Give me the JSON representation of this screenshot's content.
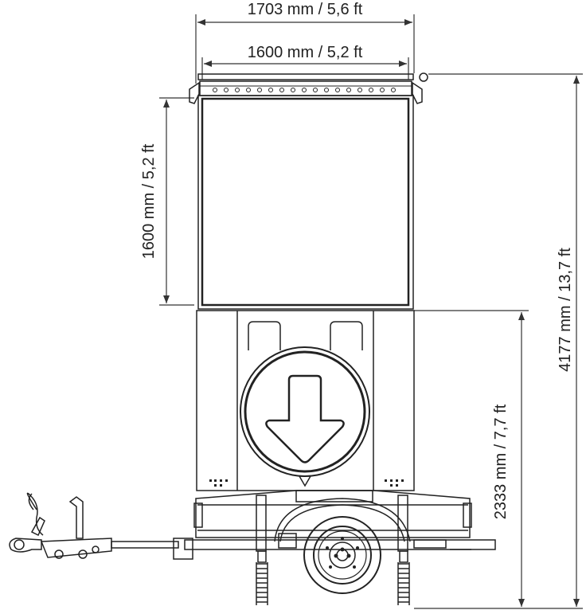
{
  "dimensions": {
    "overall_width": "1703 mm / 5,6 ft",
    "panel_width": "1600 mm / 5,2 ft",
    "panel_height": "1600 mm / 5,2 ft",
    "overall_height": "4177 mm / 13,7 ft",
    "trailer_height": "2333 mm / 7,7 ft"
  },
  "colors": {
    "line": "#222222",
    "dimension": "#333333",
    "background": "#ffffff"
  }
}
